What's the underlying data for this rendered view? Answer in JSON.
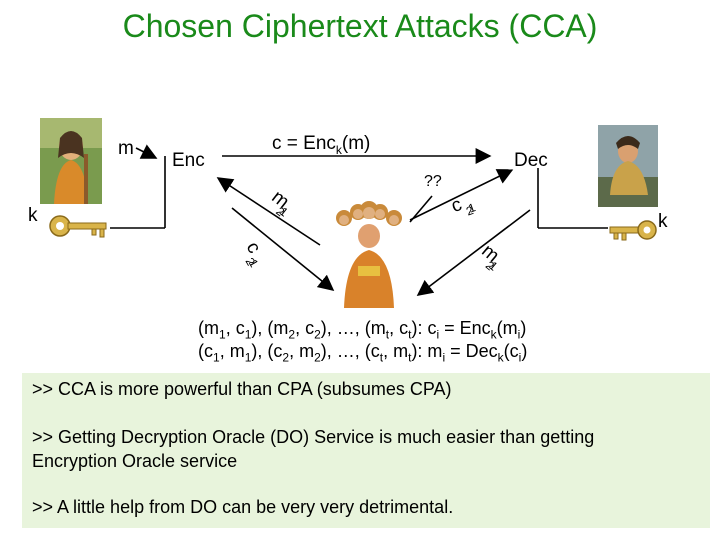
{
  "title": "Chosen Ciphertext Attacks (CCA)",
  "labels": {
    "m": "m",
    "enc": "Enc",
    "dec": "Dec",
    "c_pre": "c = Enc",
    "c_sub": "k",
    "c_post": "(m)",
    "qq": "??",
    "k_left": "k",
    "k_right": "k"
  },
  "arrow_labels": {
    "m_main": "m",
    "m_sub_a": "1",
    "m_sub_b": "2",
    "c_main": "c",
    "c_sub_a": "1",
    "c_sub_b": "2",
    "c_right_main": "c",
    "c_right_sub_a": "1",
    "c_right_sub_b": "2",
    "m_right_main": "m",
    "m_right_sub_a": "1",
    "m_right_sub_b": "2"
  },
  "pairs": {
    "line1": {
      "a": "(m",
      "s1": "1",
      "b": ", c",
      "s2": "1",
      "c": "), (m",
      "s3": "2",
      "d": ", c",
      "s4": "2",
      "e": "), …, (m",
      "s5": "t",
      "f": ", c",
      "s6": "t",
      "g": "): c",
      "s7": "i",
      "h": " = Enc",
      "s8": "k",
      "i": "(m",
      "s9": "i",
      "j": ")"
    },
    "line2": {
      "a": "(c",
      "s1": "1",
      "b": ", m",
      "s2": "1",
      "c": "), (c",
      "s3": "2",
      "d": ", m",
      "s4": "2",
      "e": "), …, (c",
      "s5": "t",
      "f": ", m",
      "s6": "t",
      "g": "): m",
      "s7": "i",
      "h": " = Dec",
      "s8": "k",
      "i": "(c",
      "s9": "i",
      "j": ")"
    }
  },
  "bullets": [
    ">> CCA is more powerful than CPA (subsumes CPA)",
    ">> Getting Decryption Oracle (DO) Service is much easier than getting",
    "Encryption Oracle service",
    ">>  A little help from DO can be very very detrimental."
  ],
  "colors": {
    "title": "#1a8a1a",
    "panel": "#e8f4dc",
    "key": "#d9b44a"
  }
}
